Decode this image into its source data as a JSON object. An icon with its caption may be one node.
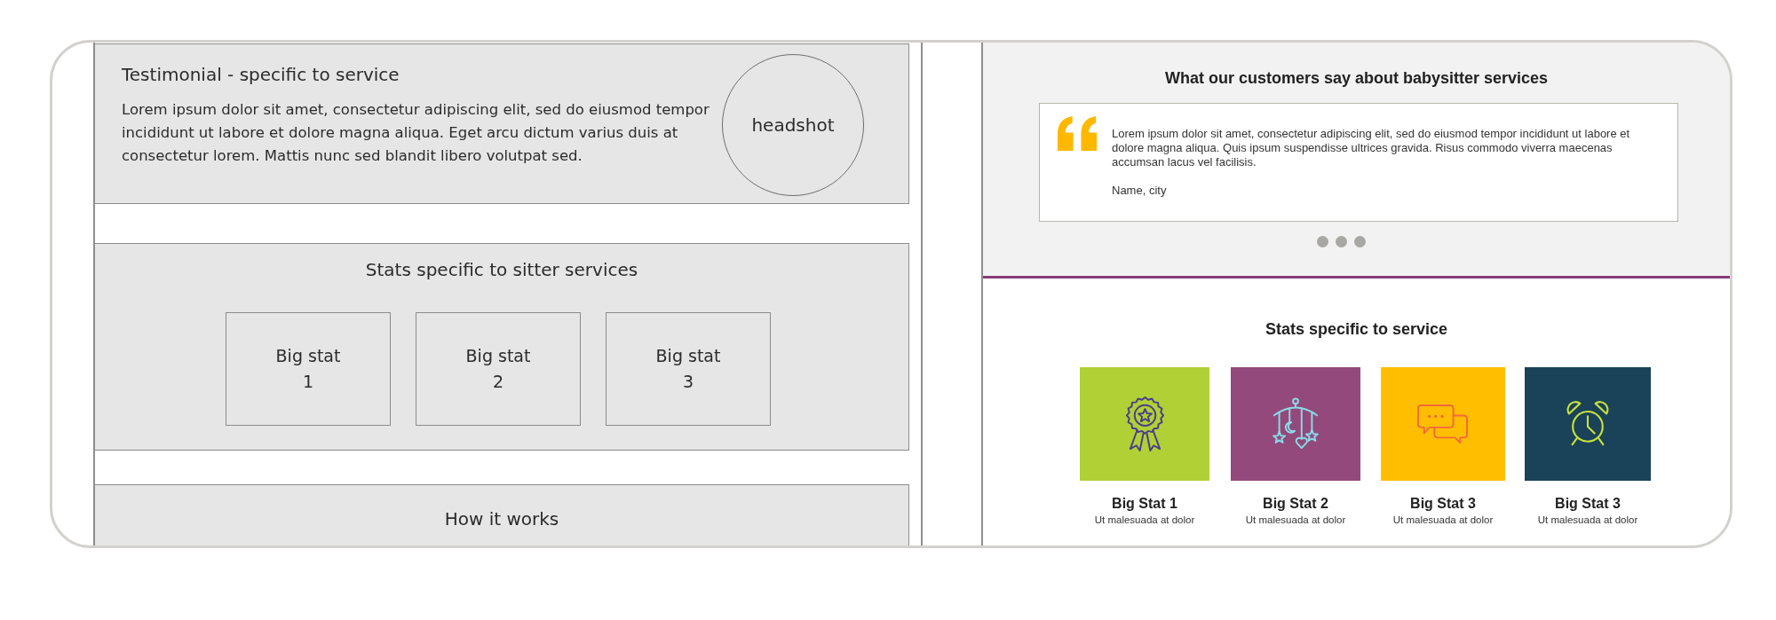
{
  "diagram": {
    "nodes": [
      {
        "text": [
          "Testimonial - specific to service",
          "Lorem ipsum dolor sit amet, consectetur adipiscing elit, sed do eiusmod tempor incididunt ut labore et dolore magna aliqua. Eget arcu dictum varius duis at consectetur lorem. Mattis nunc sed blandit libero volutpat sed."
        ]
      },
      {
        "text": [
          "headshot"
        ],
        "in": 0
      },
      {
        "text": [
          "Stats specific to sitter services"
        ]
      },
      {
        "text": [
          "Big stat 1"
        ],
        "in": 2
      },
      {
        "text": [
          "Big stat 2"
        ],
        "in": 2
      },
      {
        "text": [
          "Big stat 3"
        ],
        "in": 2
      },
      {
        "text": [
          "How it works"
        ]
      },
      {
        "text": [
          "What our customers say about babysitter services"
        ]
      },
      {
        "text": [
          "Lorem ipsum dolor sit amet, consectetur adipiscing elit, sed do eiusmod tempor incididunt ut labore et dolore magna aliqua. Quis ipsum suspendisse ultrices gravida. Risus commodo viverra maecenas accumsan lacus vel facilisis.",
          "Name, city"
        ],
        "in": 7
      },
      {
        "text": [
          "Stats specific to service"
        ]
      },
      {
        "text": [],
        "shape": "box",
        "in": 9,
        "beside": [
          "Big Stat 1",
          "Ut malesuada at dolor"
        ]
      },
      {
        "text": [],
        "shape": "box",
        "in": 9,
        "beside": [
          "Big Stat 2",
          "Ut malesuada at dolor"
        ]
      },
      {
        "text": [],
        "shape": "box",
        "in": 9,
        "beside": [
          "Big Stat 3",
          "Ut malesuada at dolor"
        ]
      },
      {
        "text": [],
        "shape": "box",
        "in": 9,
        "beside": [
          "Big Stat 3",
          "Ut malesuada at dolor"
        ]
      }
    ]
  }
}
